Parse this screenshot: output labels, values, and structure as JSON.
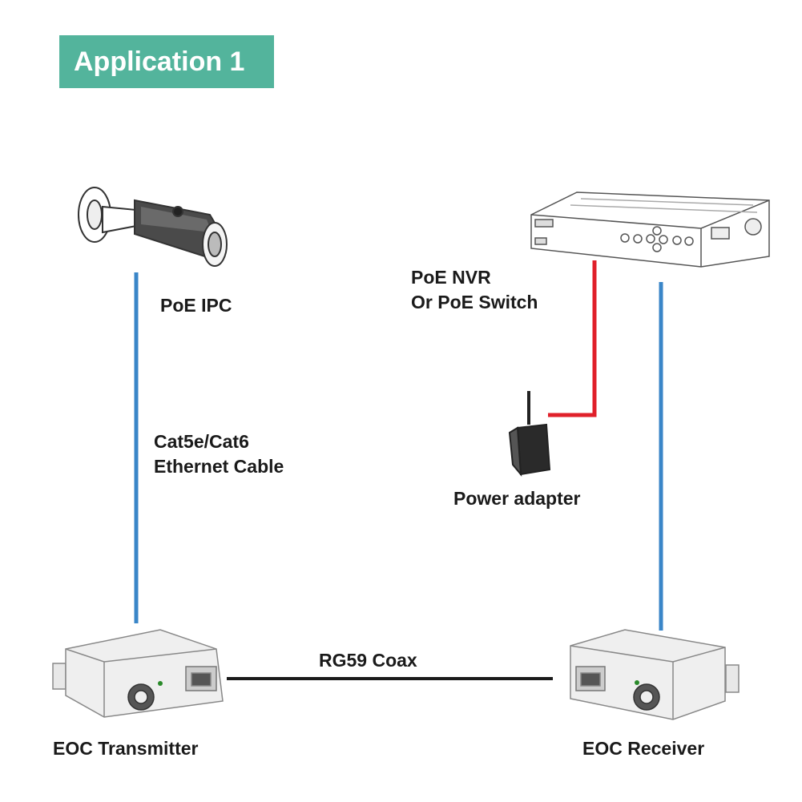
{
  "title": "Application 1",
  "labels": {
    "ipc": "PoE IPC",
    "nvr_line1": "PoE NVR",
    "nvr_line2": "Or PoE Switch",
    "cable_line1": "Cat5e/Cat6",
    "cable_line2": "Ethernet Cable",
    "power": "Power adapter",
    "coax": "RG59 Coax",
    "transmitter": "EOC Transmitter",
    "receiver": "EOC Receiver"
  },
  "colors": {
    "badge": "#53b49c",
    "ethernet_cable": "#3a86c8",
    "power_cable": "#e0202a",
    "coax_cable": "#1a1a1a"
  },
  "icons": {
    "ipc": "bullet-camera-icon",
    "nvr": "nvr-recorder-icon",
    "power": "power-adapter-icon",
    "transmitter": "eoc-transmitter-icon",
    "receiver": "eoc-receiver-icon"
  }
}
